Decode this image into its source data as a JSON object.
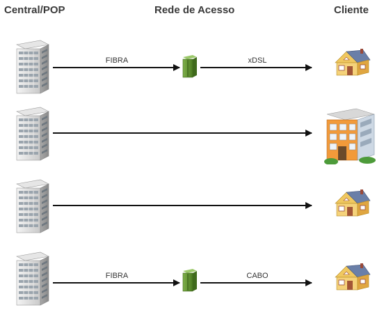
{
  "headers": {
    "central": "Central/POP",
    "access": "Rede de Acesso",
    "client": "Cliente"
  },
  "rows": [
    {
      "id": "row1",
      "segment_labels": [
        "FIBRA",
        "xDSL"
      ],
      "via_node": true,
      "client": "house"
    },
    {
      "id": "row2",
      "segment_labels": [],
      "via_node": false,
      "client": "apartment-building"
    },
    {
      "id": "row3",
      "segment_labels": [],
      "via_node": false,
      "client": "house"
    },
    {
      "id": "row4",
      "segment_labels": [
        "FIBRA",
        "CABO"
      ],
      "via_node": true,
      "client": "house"
    }
  ],
  "icons": {
    "central": "office-building-icon",
    "node": "street-cabinet-icon",
    "house": "house-icon",
    "apartment": "apartment-building-icon"
  },
  "colors": {
    "node": "#5a8a2e",
    "arrow": "#111111",
    "house_roof": "#6a7fa8",
    "house_wall": "#f0c860",
    "apartment_wall": "#f29a3a"
  }
}
